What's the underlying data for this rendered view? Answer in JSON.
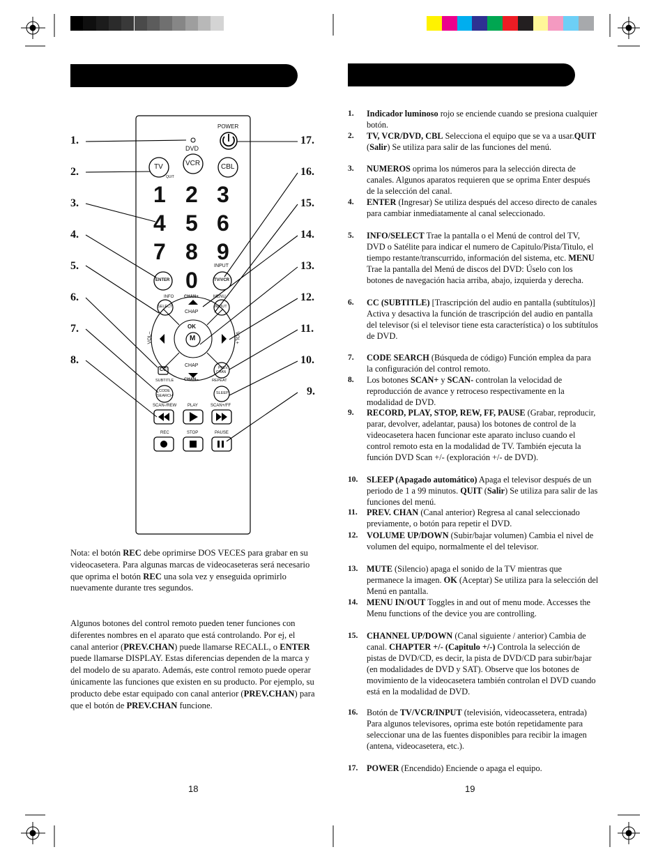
{
  "color_bar_left": [
    "#000000",
    "#0f0f0f",
    "#1c1c1c",
    "#2b2b2b",
    "#393939",
    "#4a4a4a",
    "#5c5c5c",
    "#707070",
    "#868686",
    "#9e9e9e",
    "#b8b8b8",
    "#d4d4d4",
    "#ffffff"
  ],
  "color_bar_right": [
    "#fff200",
    "#ec008c",
    "#00aeef",
    "#2e3192",
    "#00a651",
    "#ed1c24",
    "#231f20",
    "#fff799",
    "#f49ac1",
    "#6dcff6",
    "#a7a9ac"
  ],
  "left_callouts": [
    "1.",
    "2.",
    "3.",
    "4.",
    "5.",
    "6.",
    "7.",
    "8."
  ],
  "right_callouts": [
    "17.",
    "16.",
    "15.",
    "14.",
    "13.",
    "12.",
    "11.",
    "10.",
    "9."
  ],
  "remote": {
    "power": "POWER",
    "dvd": "DVD",
    "tv": "TV",
    "quit": "QUIT",
    "vcr": "VCR",
    "cbl": "CBL",
    "digits": [
      "1",
      "2",
      "3",
      "4",
      "5",
      "6",
      "7",
      "8",
      "9",
      "0"
    ],
    "input": "INPUT",
    "enter": "ENTER",
    "tvvcr": "TV/VCR",
    "info": "INFO",
    "select": "SELECT",
    "chan_plus": "CHAN+",
    "chap_top": "CHAP",
    "menu": "MENU",
    "inout": "IN/OUT",
    "ok": "OK",
    "m": "M",
    "vol_minus": "VOL–",
    "vol_plus": "VOL+",
    "cc": "CC",
    "subtitle": "SUBTITLE",
    "chap_bottom": "CHAP",
    "chan_minus": "CHAN–",
    "prev": "PREV.",
    "chan": "CHAN",
    "repeat": "REPEAT",
    "code": "CODE",
    "search": "SEARCH",
    "sleep": "SLEEP",
    "scan_rew": "SCAN-/REW",
    "play": "PLAY",
    "scan_ff": "SCAN+/FF",
    "rec": "REC",
    "stop": "STOP",
    "pause": "PAUSE"
  },
  "note": {
    "p1_a": "Nota: el botón ",
    "p1_b": "REC",
    "p1_c": " debe oprimirse DOS VECES para grabar en su videocasetera. Para algunas marcas de videocaseteras será necesario que oprima el botón ",
    "p1_d": "REC",
    "p1_e": " una sola vez y enseguida oprimirlo nuevamente durante tres segundos.",
    "p2_a": "Algunos botones del control remoto pueden tener funciones con diferentes nombres en el aparato que está controlando. Por ej, el canal anterior (",
    "p2_b": "PREV.CHAN",
    "p2_c": ") puede llamarse RECALL, o ",
    "p2_d": "ENTER",
    "p2_e": " puede llamarse DISPLAY. Estas diferencias dependen de la marca y del modelo de su aparato. Además, este control remoto puede operar únicamente las funciones que existen en su producto. Por ejemplo, su producto debe estar equipado con canal anterior (",
    "p2_f": "PREV.CHAN",
    "p2_g": ") para que el botón de ",
    "p2_h": "PREV.CHAN",
    "p2_i": " funcione."
  },
  "items": [
    {
      "num": "1.",
      "b1": "Indicador luminoso",
      "t1": " rojo se enciende cuando se presiona cualquier botón."
    },
    {
      "num": "2.",
      "b1": "TV, VCR/DVD, CBL",
      "t1": " Selecciona el equipo que se va a usar.",
      "b2": "QUIT",
      "t2": " (",
      "b3": "Salir",
      "t3": ") Se utiliza para salir de las funciones del menú."
    },
    {
      "num": "3.",
      "b1": "NUMEROS",
      "t1": " oprima los números para la selección directa de canales. Algunos aparatos requieren que se oprima Enter después de la selección del canal."
    },
    {
      "num": "4.",
      "b1": "ENTER",
      "t1": " (Ingresar) Se utiliza después del acceso directo de canales para cambiar inmediatamente al canal seleccionado."
    },
    {
      "num": "5.",
      "b1": "INFO/SELECT",
      "t1": " Trae la pantalla o el Menú de control del TV, DVD o Satélite para indicar el numero de Capitulo/Pista/Titulo, el tiempo restante/transcurrido, información del sistema, etc. ",
      "b2": "MENU",
      "t2": " Trae la pantalla del Menú de discos del DVD: Úselo con los botones de navegación hacia arriba, abajo, izquierda y derecha."
    },
    {
      "num": "6.",
      "b1": "CC (SUBTITLE)",
      "t1": " [Trascripción del audio en pantalla (subtítulos)] Activa y desactiva la función de trascripción del audio en pantalla del televisor (si el televisor tiene esta característica) o los subtítulos de DVD."
    },
    {
      "num": "7.",
      "b1": "CODE SEARCH",
      "t1": " (Búsqueda de código) Función emplea da para la configuración del control remoto."
    },
    {
      "num": "8.",
      "t0": "Los botones ",
      "b1": "SCAN+",
      "t1": " y ",
      "b2": "SCAN-",
      "t2": " controlan la velocidad de reproducción de avance y retroceso respectivamente en la modalidad de DVD."
    },
    {
      "num": "9.",
      "b1": "RECORD, PLAY, STOP, REW, FF, PAUSE",
      "t1": " (Grabar, reproducir, parar, devolver, adelantar, pausa) los botones de control de la videocasetera hacen funcionar este aparato incluso cuando el control remoto esta en la modalidad de TV. También ejecuta la función DVD Scan +/- (exploración +/- de DVD)."
    },
    {
      "num": "10.",
      "b1": "SLEEP (Apagado automático)",
      "t1": " Apaga el televisor después de un periodo de 1 a 99 minutos. ",
      "b2": "QUIT",
      "t2": " (",
      "b3": "Salir",
      "t3": ") Se utiliza para salir de las funciones del menú."
    },
    {
      "num": "11.",
      "b1": "PREV. CHAN",
      "t1": " (Canal anterior) Regresa al canal seleccionado previamente, o botón para repetir el DVD."
    },
    {
      "num": "12.",
      "b1": "VOLUME UP/DOWN",
      "t1": " (Subir/bajar volumen) Cambia el nivel de volumen del equipo, normalmente el del televisor."
    },
    {
      "num": "13.",
      "b1": "MUTE",
      "t1": " (Silencio) apaga el sonido de la TV mientras que permanece la imagen. ",
      "b2": "OK",
      "t2": " (Aceptar) Se utiliza para la selección del Menú en pantalla."
    },
    {
      "num": "14.",
      "b1": "MENU IN/OUT",
      "t1": " Toggles in and out of menu mode. Accesses the Menu functions of the device you are controlling."
    },
    {
      "num": "15.",
      "b1": "CHANNEL UP/DOWN",
      "t1": " (Canal siguiente / anterior) Cambia de canal. ",
      "b2": "CHAPTER +/- (Capitulo +/-)",
      "t2": " Controla la selección de pistas de DVD/CD, es decir, la pista de DVD/CD para subir/bajar (en modalidades de DVD y SAT).  Observe que los botones de movimiento de la videocasetera también controlan el DVD cuando está en la modalidad de DVD."
    },
    {
      "num": "16.",
      "t0": "Botón de ",
      "b1": "TV/VCR/INPUT",
      "t1": " (televisión, videocassetera, entrada) Para algunos televisores, oprima este botón repetidamente para seleccionar una de las fuentes disponibles para recibir la imagen (antena, videocasetera, etc.)."
    },
    {
      "num": "17.",
      "b1": "POWER",
      "t1": " (Encendido) Enciende o apaga el equipo."
    }
  ],
  "page_left": "18",
  "page_right": "19"
}
